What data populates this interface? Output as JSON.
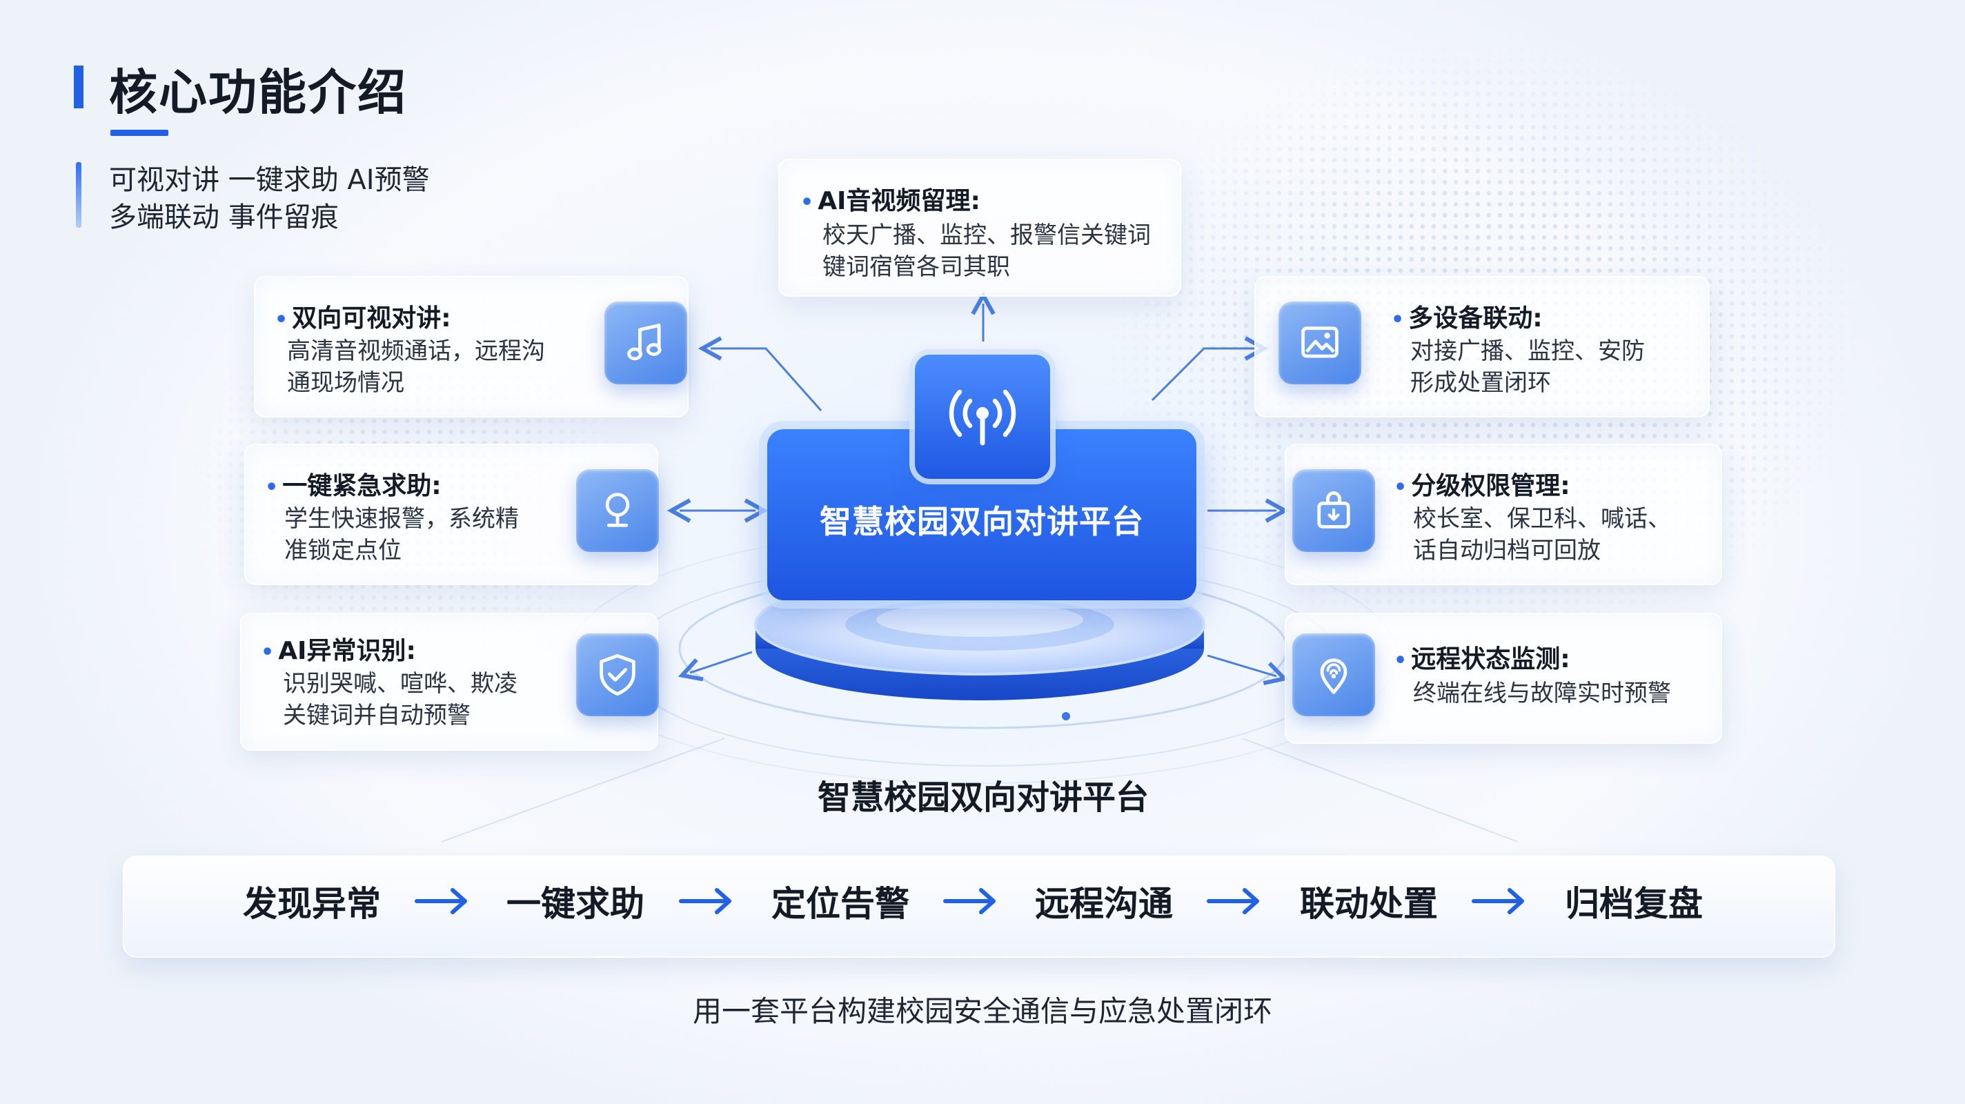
{
  "header": {
    "title": "核心功能介绍",
    "subtitle_line1": "可视对讲 一键求助 AI预警",
    "subtitle_line2": "多端联动 事件留痕"
  },
  "center": {
    "panel_label": "智慧校园双向对讲平台",
    "caption": "智慧校园双向对讲平台",
    "icon": "broadcast-signal-icon"
  },
  "features": {
    "top": {
      "title": "AI音视频留理:",
      "desc_line1": "校天广播、监控、报警信关键词",
      "desc_line2": "键词宿管各司其职"
    },
    "video_intercom": {
      "title": "双向可视对讲:",
      "desc_line1": "高清音视频通话，远程沟",
      "desc_line2": "通现场情况",
      "icon": "music-note-icon"
    },
    "emergency_help": {
      "title": "一键紧急求助:",
      "desc_line1": "学生快速报警，系统精",
      "desc_line2": "准锁定点位",
      "icon": "microphone-icon"
    },
    "ai_recognition": {
      "title": "AI异常识别:",
      "desc_line1": "识别哭喊、喧哗、欺凌",
      "desc_line2": "关键词并自动预警",
      "icon": "shield-check-icon"
    },
    "multi_device": {
      "title": "多设备联动:",
      "desc_line1": "对接广播、监控、安防",
      "desc_line2": "形成处置闭环",
      "icon": "image-monitor-icon"
    },
    "permission": {
      "title": "分级权限管理:",
      "desc_line1": "校长室、保卫科、喊话、",
      "desc_line2": "话自动归档可回放",
      "icon": "lock-bag-icon"
    },
    "remote_monitor": {
      "title": "远程状态监测:",
      "desc_line1": "终端在线与故障实时预警",
      "icon": "signal-location-icon"
    }
  },
  "flow": {
    "steps": [
      "发现异常",
      "一键求助",
      "定位告警",
      "远程沟通",
      "联动处置",
      "归档复盘"
    ]
  },
  "footer": "用一套平台构建校园安全通信与应急处置闭环",
  "colors": {
    "accent": "#2161e8",
    "panel_top": "#3b82ff",
    "panel_bottom": "#1d55e0",
    "icon_tile": "#4b86ea",
    "text": "#141a26"
  }
}
